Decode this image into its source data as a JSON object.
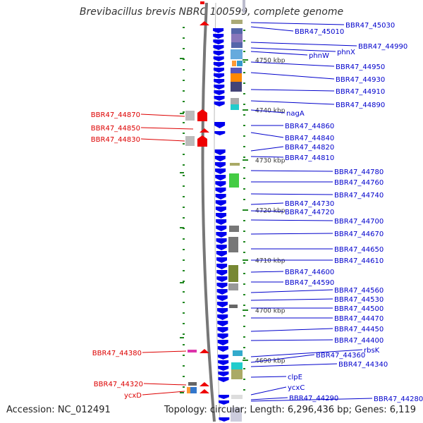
{
  "title": "Brevibacillus brevis NBRC 100599, complete genome",
  "accession": "Accession: NC_012491",
  "topology": "Topology: circular; Length: 6,296,436 bp; Genes: 6,119",
  "colors": {
    "forward_label": "#0000cc",
    "reverse_label": "#dd0000",
    "forward_arrow": "#0000ee",
    "reverse_arrow": "#ee0000",
    "backbone": "#777777",
    "tick": "#228822"
  },
  "scale_ticks": [
    {
      "label": "4750 kbp"
    },
    {
      "label": "4740 kbp"
    },
    {
      "label": "4730 kbp"
    },
    {
      "label": "4720 kbp"
    },
    {
      "label": "4710 kbp"
    },
    {
      "label": "4700 kbp"
    },
    {
      "label": "4690 kbp"
    }
  ],
  "forward_genes": [
    {
      "label": "BBR47_45030"
    },
    {
      "label": "BBR47_45010"
    },
    {
      "label": "BBR47_44990"
    },
    {
      "label": "phnX"
    },
    {
      "label": "phnW"
    },
    {
      "label": "BBR47_44950"
    },
    {
      "label": "BBR47_44930"
    },
    {
      "label": "BBR47_44910"
    },
    {
      "label": "BBR47_44890"
    },
    {
      "label": "nagA"
    },
    {
      "label": "BBR47_44860"
    },
    {
      "label": "BBR47_44840"
    },
    {
      "label": "BBR47_44820"
    },
    {
      "label": "BBR47_44810"
    },
    {
      "label": "BBR47_44780"
    },
    {
      "label": "BBR47_44760"
    },
    {
      "label": "BBR47_44740"
    },
    {
      "label": "BBR47_44730"
    },
    {
      "label": "BBR47_44720"
    },
    {
      "label": "BBR47_44700"
    },
    {
      "label": "BBR47_44670"
    },
    {
      "label": "BBR47_44650"
    },
    {
      "label": "BBR47_44610"
    },
    {
      "label": "BBR47_44600"
    },
    {
      "label": "BBR47_44590"
    },
    {
      "label": "BBR47_44560"
    },
    {
      "label": "BBR47_44530"
    },
    {
      "label": "BBR47_44500"
    },
    {
      "label": "BBR47_44470"
    },
    {
      "label": "BBR47_44450"
    },
    {
      "label": "BBR47_44400"
    },
    {
      "label": "rbsK"
    },
    {
      "label": "BBR47_44360"
    },
    {
      "label": "BBR47_44340"
    },
    {
      "label": "clpE"
    },
    {
      "label": "ycxC"
    },
    {
      "label": "BBR47_44290"
    },
    {
      "label": "BBR47_44280"
    }
  ],
  "reverse_genes": [
    {
      "label": "BBR47_44870"
    },
    {
      "label": "BBR47_44850"
    },
    {
      "label": "BBR47_44830"
    },
    {
      "label": "BBR47_44380"
    },
    {
      "label": "BBR47_44320"
    },
    {
      "label": "ycxD"
    }
  ]
}
